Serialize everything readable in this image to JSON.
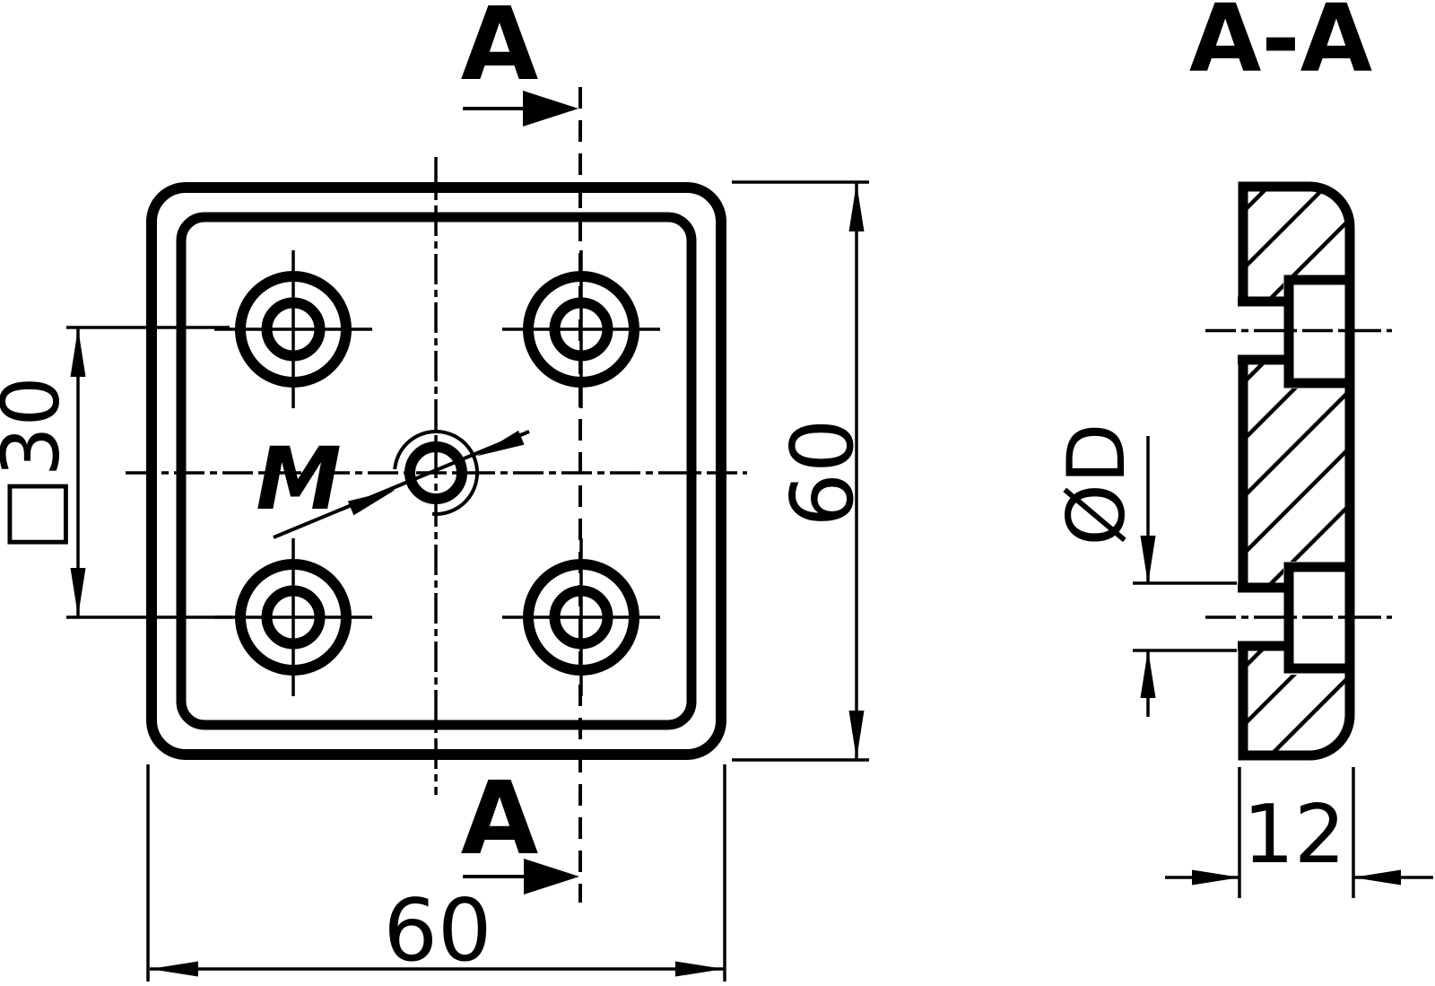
{
  "colors": {
    "ink": "#000000",
    "background": "#ffffff"
  },
  "front_view": {
    "section_label_top": "A",
    "section_label_bottom": "A",
    "thread_label": "M",
    "dim_hole_spacing": "□30",
    "dim_width_bottom": "60",
    "dim_height_right": "60"
  },
  "section_view": {
    "title": "A-A",
    "dim_diameter": "ØD",
    "dim_thickness": "12"
  }
}
